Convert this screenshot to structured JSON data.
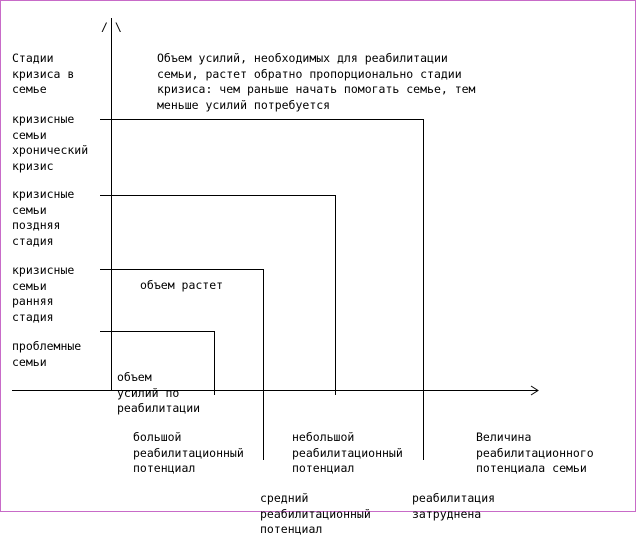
{
  "colors": {
    "frame": "#c86bc8",
    "ink": "#000000",
    "background": "#ffffff"
  },
  "axis_title": [
    "Стадии",
    "кризиса в",
    "семье"
  ],
  "slash_mark": "/ \\",
  "header_note": [
    "Объем усилий, необходимых для реабилитации",
    "семьи, растет обратно пропорционально стадии",
    "кризиса: чем раньше начать помогать семье, тем",
    "меньше усилий потребуется"
  ],
  "stages": [
    [
      "кризисные",
      "семьи",
      "хронический",
      "кризис"
    ],
    [
      "кризисные",
      "семьи",
      "поздняя",
      "стадия"
    ],
    [
      "кризисные",
      "семьи",
      "ранняя",
      "стадия"
    ],
    [
      "проблемные",
      "семьи"
    ]
  ],
  "volume_grows": "объем растет",
  "effort_box": [
    "объем",
    "усилий по",
    "реабилитации"
  ],
  "x_axis_title": [
    "Величина",
    "реабилитационного",
    "потенциала семьи"
  ],
  "potentials": {
    "large": [
      "большой",
      "реабилитационный",
      "потенциал"
    ],
    "small": [
      "небольшой",
      "реабилитационный",
      "потенциал"
    ],
    "medium": [
      "средний",
      "реабилитационный",
      "потенциал"
    ],
    "hard": [
      "реабилитация",
      "затруднена"
    ]
  }
}
